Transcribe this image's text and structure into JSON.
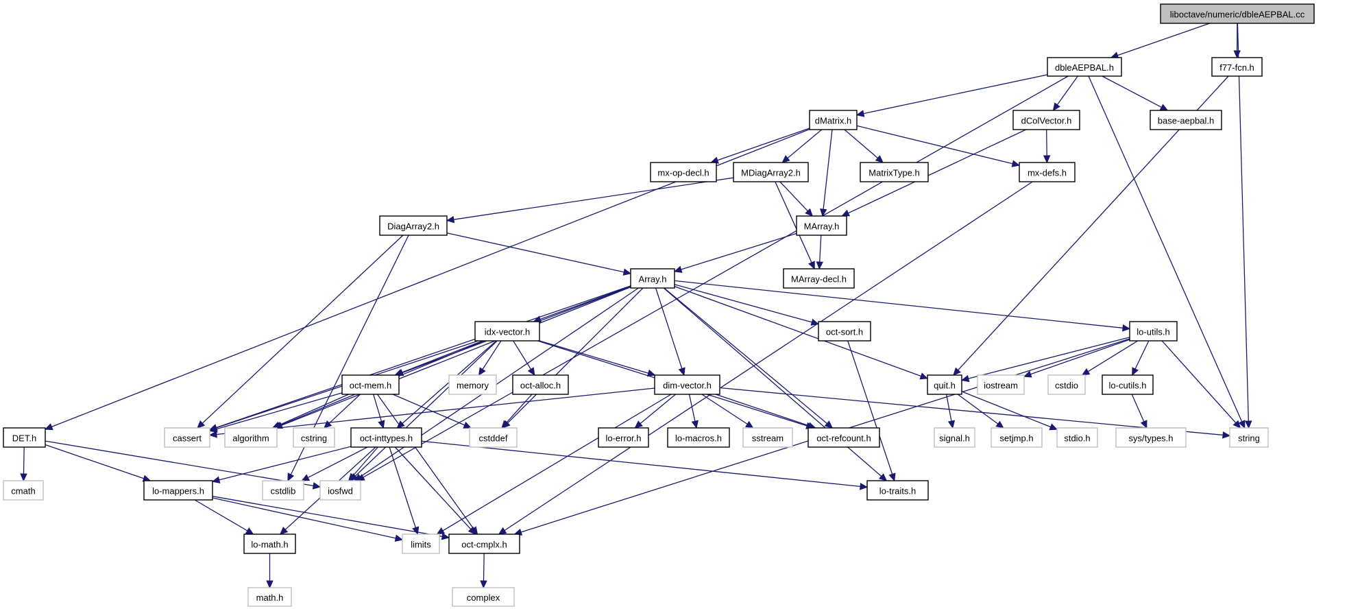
{
  "title": "libocatve/numeric/dbleAEPBAL.cc include dependency graph",
  "colors": {
    "edge": "#191970",
    "root_fill": "#bfbfbf",
    "local_border": "#000000",
    "system_border": "#bfbfbf"
  },
  "nodes": [
    {
      "id": "root",
      "label": "liboctave/numeric/dbleAEPBAL.cc",
      "kind": "root"
    },
    {
      "id": "dbleAEPBAL_h",
      "label": "dbleAEPBAL.h",
      "kind": "local"
    },
    {
      "id": "f77_fcn_h",
      "label": "f77-fcn.h",
      "kind": "local"
    },
    {
      "id": "dMatrix_h",
      "label": "dMatrix.h",
      "kind": "local"
    },
    {
      "id": "dColVector_h",
      "label": "dColVector.h",
      "kind": "local"
    },
    {
      "id": "base_aepbal_h",
      "label": "base-aepbal.h",
      "kind": "local"
    },
    {
      "id": "mx_op_decl_h",
      "label": "mx-op-decl.h",
      "kind": "local"
    },
    {
      "id": "MDiagArray2_h",
      "label": "MDiagArray2.h",
      "kind": "local"
    },
    {
      "id": "MatrixType_h",
      "label": "MatrixType.h",
      "kind": "local"
    },
    {
      "id": "mx_defs_h",
      "label": "mx-defs.h",
      "kind": "local"
    },
    {
      "id": "DiagArray2_h",
      "label": "DiagArray2.h",
      "kind": "local"
    },
    {
      "id": "MArray_h",
      "label": "MArray.h",
      "kind": "local"
    },
    {
      "id": "Array_h",
      "label": "Array.h",
      "kind": "local"
    },
    {
      "id": "MArray_decl_h",
      "label": "MArray-decl.h",
      "kind": "local"
    },
    {
      "id": "idx_vector_h",
      "label": "idx-vector.h",
      "kind": "local"
    },
    {
      "id": "oct_sort_h",
      "label": "oct-sort.h",
      "kind": "local"
    },
    {
      "id": "lo_utils_h",
      "label": "lo-utils.h",
      "kind": "local"
    },
    {
      "id": "oct_mem_h",
      "label": "oct-mem.h",
      "kind": "local"
    },
    {
      "id": "memory",
      "label": "memory",
      "kind": "system"
    },
    {
      "id": "oct_alloc_h",
      "label": "oct-alloc.h",
      "kind": "local"
    },
    {
      "id": "dim_vector_h",
      "label": "dim-vector.h",
      "kind": "local"
    },
    {
      "id": "quit_h",
      "label": "quit.h",
      "kind": "local"
    },
    {
      "id": "iostream",
      "label": "iostream",
      "kind": "system"
    },
    {
      "id": "cstdio",
      "label": "cstdio",
      "kind": "system"
    },
    {
      "id": "lo_cutils_h",
      "label": "lo-cutils.h",
      "kind": "local"
    },
    {
      "id": "DET_h",
      "label": "DET.h",
      "kind": "local"
    },
    {
      "id": "cassert",
      "label": "cassert",
      "kind": "system"
    },
    {
      "id": "algorithm",
      "label": "algorithm",
      "kind": "system"
    },
    {
      "id": "cstring",
      "label": "cstring",
      "kind": "system"
    },
    {
      "id": "oct_inttypes_h",
      "label": "oct-inttypes.h",
      "kind": "local"
    },
    {
      "id": "cstddef",
      "label": "cstddef",
      "kind": "system"
    },
    {
      "id": "lo_error_h",
      "label": "lo-error.h",
      "kind": "local"
    },
    {
      "id": "lo_macros_h",
      "label": "lo-macros.h",
      "kind": "local"
    },
    {
      "id": "sstream",
      "label": "sstream",
      "kind": "system"
    },
    {
      "id": "oct_refcount_h",
      "label": "oct-refcount.h",
      "kind": "local"
    },
    {
      "id": "signal_h",
      "label": "signal.h",
      "kind": "system"
    },
    {
      "id": "setjmp_h",
      "label": "setjmp.h",
      "kind": "system"
    },
    {
      "id": "stdio_h",
      "label": "stdio.h",
      "kind": "system"
    },
    {
      "id": "sys_types_h",
      "label": "sys/types.h",
      "kind": "system"
    },
    {
      "id": "string",
      "label": "string",
      "kind": "system"
    },
    {
      "id": "cmath",
      "label": "cmath",
      "kind": "system"
    },
    {
      "id": "lo_mappers_h",
      "label": "lo-mappers.h",
      "kind": "local"
    },
    {
      "id": "cstdlib",
      "label": "cstdlib",
      "kind": "system"
    },
    {
      "id": "iosfwd",
      "label": "iosfwd",
      "kind": "system"
    },
    {
      "id": "lo_traits_h",
      "label": "lo-traits.h",
      "kind": "local"
    },
    {
      "id": "lo_math_h",
      "label": "lo-math.h",
      "kind": "local"
    },
    {
      "id": "limits",
      "label": "limits",
      "kind": "system"
    },
    {
      "id": "oct_cmplx_h",
      "label": "oct-cmplx.h",
      "kind": "local"
    },
    {
      "id": "math_h",
      "label": "math.h",
      "kind": "system"
    },
    {
      "id": "complex",
      "label": "complex",
      "kind": "system"
    }
  ],
  "edges": [
    [
      "root",
      "dbleAEPBAL_h"
    ],
    [
      "root",
      "f77_fcn_h"
    ],
    [
      "root",
      "string"
    ],
    [
      "dbleAEPBAL_h",
      "dMatrix_h"
    ],
    [
      "dbleAEPBAL_h",
      "dColVector_h"
    ],
    [
      "dbleAEPBAL_h",
      "base_aepbal_h"
    ],
    [
      "dbleAEPBAL_h",
      "string"
    ],
    [
      "dbleAEPBAL_h",
      "iosfwd"
    ],
    [
      "f77_fcn_h",
      "quit_h"
    ],
    [
      "dMatrix_h",
      "mx_op_decl_h"
    ],
    [
      "dMatrix_h",
      "MDiagArray2_h"
    ],
    [
      "dMatrix_h",
      "MatrixType_h"
    ],
    [
      "dMatrix_h",
      "mx_defs_h"
    ],
    [
      "dMatrix_h",
      "MArray_h"
    ],
    [
      "dMatrix_h",
      "DET_h"
    ],
    [
      "dColVector_h",
      "mx_defs_h"
    ],
    [
      "dColVector_h",
      "MArray_h"
    ],
    [
      "mx_defs_h",
      "oct_cmplx_h"
    ],
    [
      "MDiagArray2_h",
      "DiagArray2_h"
    ],
    [
      "MDiagArray2_h",
      "MArray_h"
    ],
    [
      "MDiagArray2_h",
      "MArray_decl_h"
    ],
    [
      "DiagArray2_h",
      "Array_h"
    ],
    [
      "DiagArray2_h",
      "cassert"
    ],
    [
      "DiagArray2_h",
      "cstdlib"
    ],
    [
      "MArray_h",
      "Array_h"
    ],
    [
      "MArray_h",
      "MArray_decl_h"
    ],
    [
      "Array_h",
      "idx_vector_h"
    ],
    [
      "Array_h",
      "oct_sort_h"
    ],
    [
      "Array_h",
      "lo_utils_h"
    ],
    [
      "Array_h",
      "oct_mem_h"
    ],
    [
      "Array_h",
      "dim_vector_h"
    ],
    [
      "Array_h",
      "quit_h"
    ],
    [
      "Array_h",
      "cassert"
    ],
    [
      "Array_h",
      "algorithm"
    ],
    [
      "Array_h",
      "cstddef"
    ],
    [
      "Array_h",
      "oct_refcount_h"
    ],
    [
      "Array_h",
      "iosfwd"
    ],
    [
      "Array_h",
      "lo_traits_h"
    ],
    [
      "idx_vector_h",
      "memory"
    ],
    [
      "idx_vector_h",
      "oct_alloc_h"
    ],
    [
      "idx_vector_h",
      "dim_vector_h"
    ],
    [
      "idx_vector_h",
      "oct_mem_h"
    ],
    [
      "idx_vector_h",
      "oct_inttypes_h"
    ],
    [
      "idx_vector_h",
      "cassert"
    ],
    [
      "idx_vector_h",
      "algorithm"
    ],
    [
      "idx_vector_h",
      "oct_refcount_h"
    ],
    [
      "idx_vector_h",
      "iosfwd"
    ],
    [
      "oct_sort_h",
      "lo_traits_h"
    ],
    [
      "lo_utils_h",
      "quit_h"
    ],
    [
      "lo_utils_h",
      "iostream"
    ],
    [
      "lo_utils_h",
      "cstdio"
    ],
    [
      "lo_utils_h",
      "lo_cutils_h"
    ],
    [
      "lo_utils_h",
      "string"
    ],
    [
      "lo_utils_h",
      "oct_cmplx_h"
    ],
    [
      "oct_mem_h",
      "cassert"
    ],
    [
      "oct_mem_h",
      "algorithm"
    ],
    [
      "oct_mem_h",
      "cstring"
    ],
    [
      "oct_mem_h",
      "oct_inttypes_h"
    ],
    [
      "oct_mem_h",
      "cstddef"
    ],
    [
      "oct_mem_h",
      "oct_cmplx_h"
    ],
    [
      "oct_alloc_h",
      "cstddef"
    ],
    [
      "dim_vector_h",
      "lo_error_h"
    ],
    [
      "dim_vector_h",
      "lo_macros_h"
    ],
    [
      "dim_vector_h",
      "sstream"
    ],
    [
      "dim_vector_h",
      "oct_refcount_h"
    ],
    [
      "dim_vector_h",
      "cassert"
    ],
    [
      "dim_vector_h",
      "string"
    ],
    [
      "dim_vector_h",
      "limits"
    ],
    [
      "quit_h",
      "signal_h"
    ],
    [
      "quit_h",
      "setjmp_h"
    ],
    [
      "quit_h",
      "stdio_h"
    ],
    [
      "lo_cutils_h",
      "sys_types_h"
    ],
    [
      "DET_h",
      "cmath"
    ],
    [
      "DET_h",
      "lo_mappers_h"
    ],
    [
      "DET_h",
      "iosfwd"
    ],
    [
      "oct_inttypes_h",
      "lo_mappers_h"
    ],
    [
      "oct_inttypes_h",
      "cstdlib"
    ],
    [
      "oct_inttypes_h",
      "iosfwd"
    ],
    [
      "oct_inttypes_h",
      "lo_math_h"
    ],
    [
      "oct_inttypes_h",
      "limits"
    ],
    [
      "oct_inttypes_h",
      "oct_cmplx_h"
    ],
    [
      "oct_inttypes_h",
      "lo_traits_h"
    ],
    [
      "lo_mappers_h",
      "lo_math_h"
    ],
    [
      "lo_mappers_h",
      "limits"
    ],
    [
      "lo_mappers_h",
      "oct_cmplx_h"
    ],
    [
      "lo_math_h",
      "math_h"
    ],
    [
      "oct_cmplx_h",
      "complex"
    ]
  ]
}
